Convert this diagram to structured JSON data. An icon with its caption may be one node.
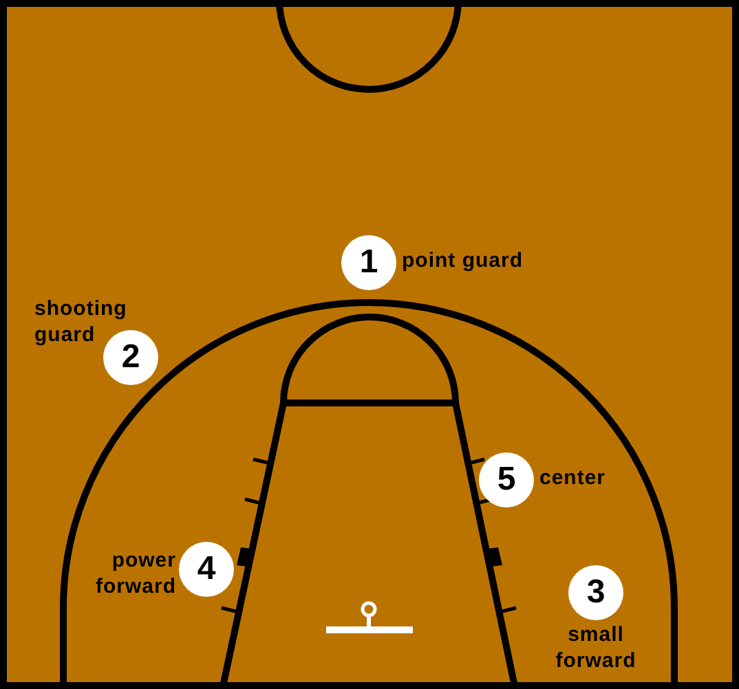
{
  "diagram": {
    "nodes": [
      {
        "text": [
          "1"
        ],
        "beside": [
          "point guard"
        ]
      },
      {
        "text": [
          "2"
        ],
        "beside": [
          "shooting guard"
        ]
      },
      {
        "text": [
          "5"
        ],
        "beside": [
          "center"
        ]
      },
      {
        "text": [
          "4"
        ],
        "beside": [
          "power forward"
        ]
      },
      {
        "text": [
          "3"
        ],
        "beside": [
          "small forward"
        ]
      }
    ],
    "edges": []
  }
}
